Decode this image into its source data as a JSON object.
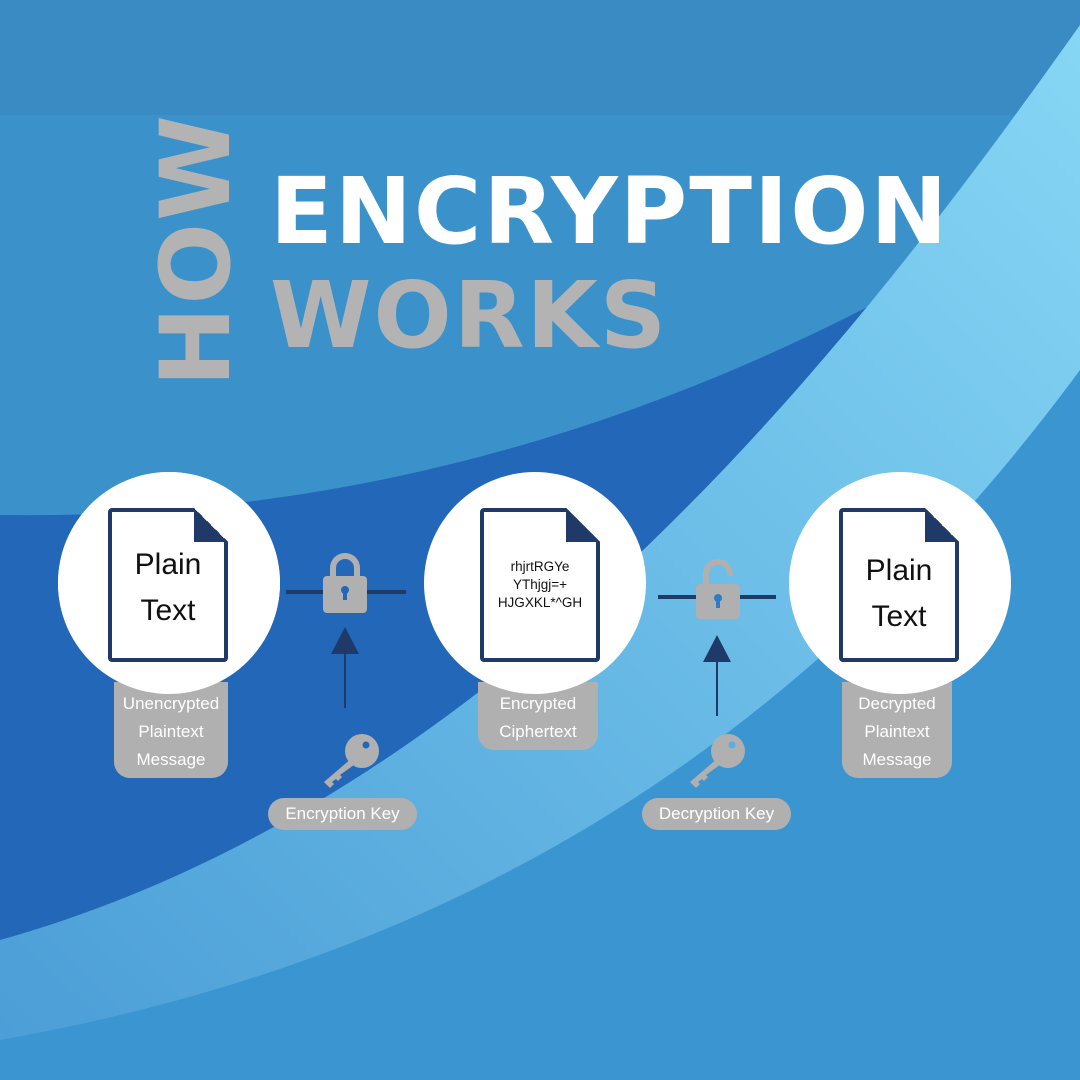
{
  "title": {
    "how": "HOW",
    "line1": "ENCRYPTION",
    "line2": "WORKS"
  },
  "stages": [
    {
      "doc_lines": [
        "Plain",
        "Text"
      ],
      "label_lines": [
        "Unencrypted",
        "Plaintext",
        "Message"
      ]
    },
    {
      "doc_lines": [
        "rhjrtRGYe",
        "YThjgj=+",
        "HJGXKL*^GH"
      ],
      "label_lines": [
        "Encrypted",
        "Ciphertext"
      ]
    },
    {
      "doc_lines": [
        "Plain",
        "Text"
      ],
      "label_lines": [
        "Decrypted",
        "Plaintext",
        "Message"
      ]
    }
  ],
  "keys": [
    {
      "label": "Encryption Key",
      "lock_icon": "locked-padlock-icon"
    },
    {
      "label": "Decryption Key",
      "lock_icon": "unlocked-padlock-icon"
    }
  ],
  "colors": {
    "background": "#3b92cb",
    "dark_band": "#2367b9",
    "light_band": "#82d2f3",
    "navy": "#1f3a68",
    "gray": "#b0b0b0"
  }
}
